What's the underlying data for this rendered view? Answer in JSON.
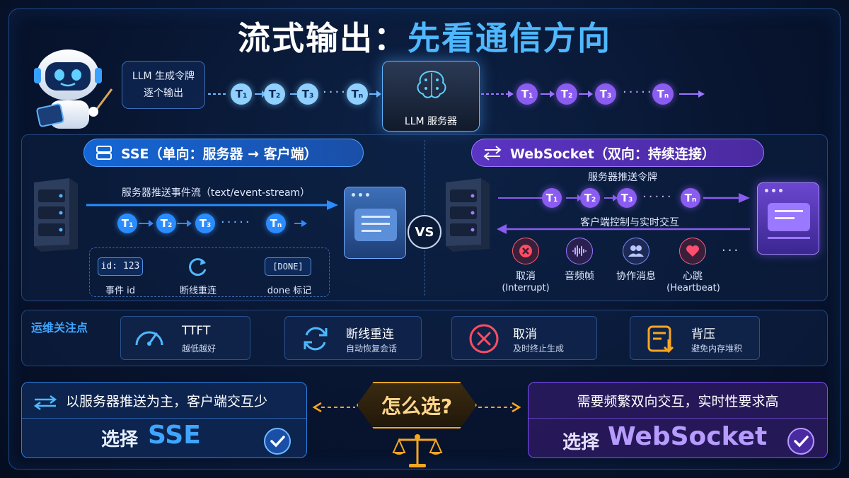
{
  "title": {
    "part1": "流式输出：",
    "part2": "先看通信方向"
  },
  "top_flow": {
    "bubble_line1": "LLM 生成令牌",
    "bubble_line2": "逐个输出",
    "server_label": "LLM 服务器",
    "tokens": [
      "T",
      "T",
      "T",
      "T"
    ],
    "subs": [
      "1",
      "2",
      "3",
      "n"
    ],
    "dots": "·····"
  },
  "sse": {
    "title": "SSE（单向：服务器 → 客户端）",
    "stream_label": "服务器推送事件流（text/event-stream）",
    "features": [
      {
        "badge": "id: 123",
        "label": "事件 id"
      },
      {
        "badge": "",
        "label": "断线重连"
      },
      {
        "badge": "[DONE]",
        "label": "done 标记"
      }
    ]
  },
  "vs": "VS",
  "websocket": {
    "title": "WebSocket（双向：持续连接）",
    "push_label": "服务器推送令牌",
    "client_label": "客户端控制与实时交互",
    "actions": [
      {
        "label": "取消",
        "sub": "(Interrupt)"
      },
      {
        "label": "音频帧",
        "sub": ""
      },
      {
        "label": "协作消息",
        "sub": ""
      },
      {
        "label": "心跳",
        "sub": "(Heartbeat)"
      }
    ],
    "more": "···"
  },
  "ops": {
    "heading": "运维关注点",
    "items": [
      {
        "title": "TTFT",
        "sub": "越低越好"
      },
      {
        "title": "断线重连",
        "sub": "自动恢复会话"
      },
      {
        "title": "取消",
        "sub": "及时终止生成"
      },
      {
        "title": "背压",
        "sub": "避免内存堆积"
      }
    ]
  },
  "decision": {
    "question": "怎么选?",
    "left_top": "以服务器推送为主，客户端交互少",
    "left_choice_prefix": "选择",
    "left_choice": "SSE",
    "right_top": "需要频繁双向交互，实时性要求高",
    "right_choice_prefix": "选择",
    "right_choice": "WebSocket"
  },
  "colors": {
    "accent_blue": "#2a8cff",
    "accent_purple": "#7c4dff",
    "gold": "#f5a623",
    "bg": "#081530"
  }
}
